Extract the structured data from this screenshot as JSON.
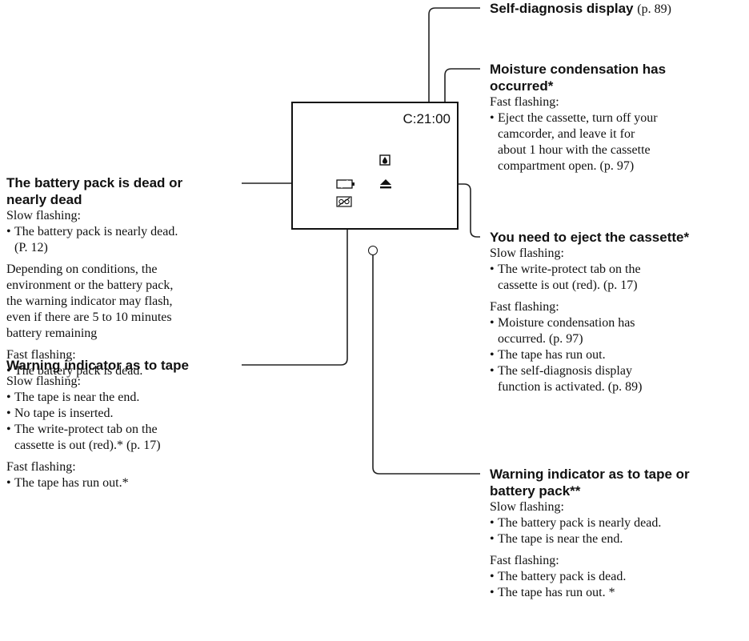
{
  "display": {
    "time_code": "C:21:00",
    "icons": [
      "moisture-icon",
      "eject-icon",
      "battery-icon",
      "tape-warning-icon"
    ]
  },
  "self_diagnosis": {
    "title": "Self-diagnosis display",
    "ref": "(p. 89)"
  },
  "moisture": {
    "title_1": "Moisture condensation has",
    "title_2": "occurred*",
    "mode": "Fast flashing:",
    "bullet": "•",
    "items": [
      "Eject the cassette, turn off your",
      "camcorder, and leave it for",
      "about 1 hour with the cassette",
      "compartment open. (p. 97)"
    ]
  },
  "battery": {
    "title_1": "The battery pack is dead or",
    "title_2": "nearly dead",
    "slow": "Slow flashing:",
    "slow_items": [
      "The battery pack is nearly dead.",
      "(P. 12)"
    ],
    "note": [
      "Depending on conditions, the",
      "environment or the battery pack,",
      "the warning indicator may flash,",
      "even if there are 5 to 10 minutes",
      "battery remaining"
    ],
    "fast": "Fast flashing:",
    "fast_items": [
      "The battery pack is dead."
    ]
  },
  "eject": {
    "title": "You need to eject the cassette*",
    "slow": "Slow flashing:",
    "slow_items": [
      "The write-protect tab on the",
      "cassette is out (red). (p. 17)"
    ],
    "fast": "Fast flashing:",
    "fast_items": [
      "Moisture condensation has",
      "occurred. (p. 97)",
      "The tape has run out.",
      "The self-diagnosis display",
      "function is activated. (p. 89)"
    ]
  },
  "tape": {
    "title": "Warning indicator as to tape",
    "slow": "Slow flashing:",
    "slow_items": [
      "The tape is near the end.",
      "No tape is inserted.",
      "The write-protect tab on the",
      "cassette is out (red).* (p. 17)"
    ],
    "fast": "Fast flashing:",
    "fast_items": [
      "The tape has run out.*"
    ]
  },
  "tape_battery": {
    "title_1": "Warning indicator as to tape or",
    "title_2": "battery pack**",
    "slow": "Slow flashing:",
    "slow_items": [
      "The battery pack is nearly dead.",
      "The tape is near the end."
    ],
    "fast": "Fast flashing:",
    "fast_items": [
      "The battery pack is dead.",
      "The tape has run out. *"
    ]
  }
}
